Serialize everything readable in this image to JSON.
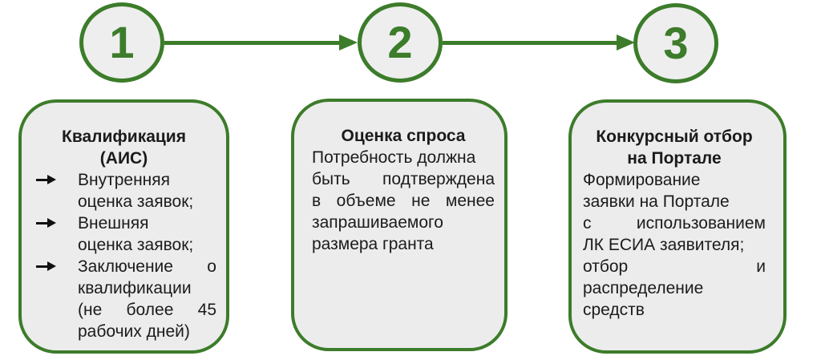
{
  "colors": {
    "green": "#3C7C2A",
    "circle_fill": "#EEEEEE",
    "card_fill": "#ECECEC",
    "text": "#1B1B1B",
    "bullet": "#111111"
  },
  "steps": [
    {
      "number": "1",
      "title_lines": [
        "Квалификация",
        "(АИС)"
      ],
      "bullets": [
        {
          "lines": [
            {
              "text": "Внутренняя",
              "cls": "line"
            },
            {
              "text": "оценка заявок;",
              "cls": "line"
            }
          ]
        },
        {
          "lines": [
            {
              "text": "Внешняя",
              "cls": "line"
            },
            {
              "text": "оценка заявок;",
              "cls": "line"
            }
          ]
        },
        {
          "lines": [
            {
              "text": "Заключение о",
              "cls": "line spread"
            },
            {
              "text": "квалификации",
              "cls": "line"
            },
            {
              "text": "(не более 45",
              "cls": "line spread"
            },
            {
              "text": "рабочих дней)",
              "cls": "line"
            }
          ]
        }
      ]
    },
    {
      "number": "2",
      "title_lines": [
        "Оценка спроса"
      ],
      "body_lines": [
        {
          "text": "Потребность должна",
          "cls": "line"
        },
        {
          "text": "быть подтверждена",
          "cls": "line spread"
        },
        {
          "text": "в объеме не менее",
          "cls": "line spread"
        },
        {
          "text": "запрашиваемого",
          "cls": "line"
        },
        {
          "text": "размера гранта",
          "cls": "line"
        }
      ]
    },
    {
      "number": "3",
      "title_lines": [
        "Конкурсный отбор",
        "на Портале"
      ],
      "body_lines": [
        {
          "text": "Формирование",
          "cls": "line"
        },
        {
          "text": "заявки на Портале",
          "cls": "line"
        },
        {
          "text": "с использованием",
          "cls": "line spread"
        },
        {
          "text": "ЛК ЕСИА заявителя;",
          "cls": "line"
        },
        {
          "text": "отбор и",
          "cls": "line spread"
        },
        {
          "text": "распределение",
          "cls": "line"
        },
        {
          "text": "средств",
          "cls": "line"
        }
      ]
    }
  ]
}
